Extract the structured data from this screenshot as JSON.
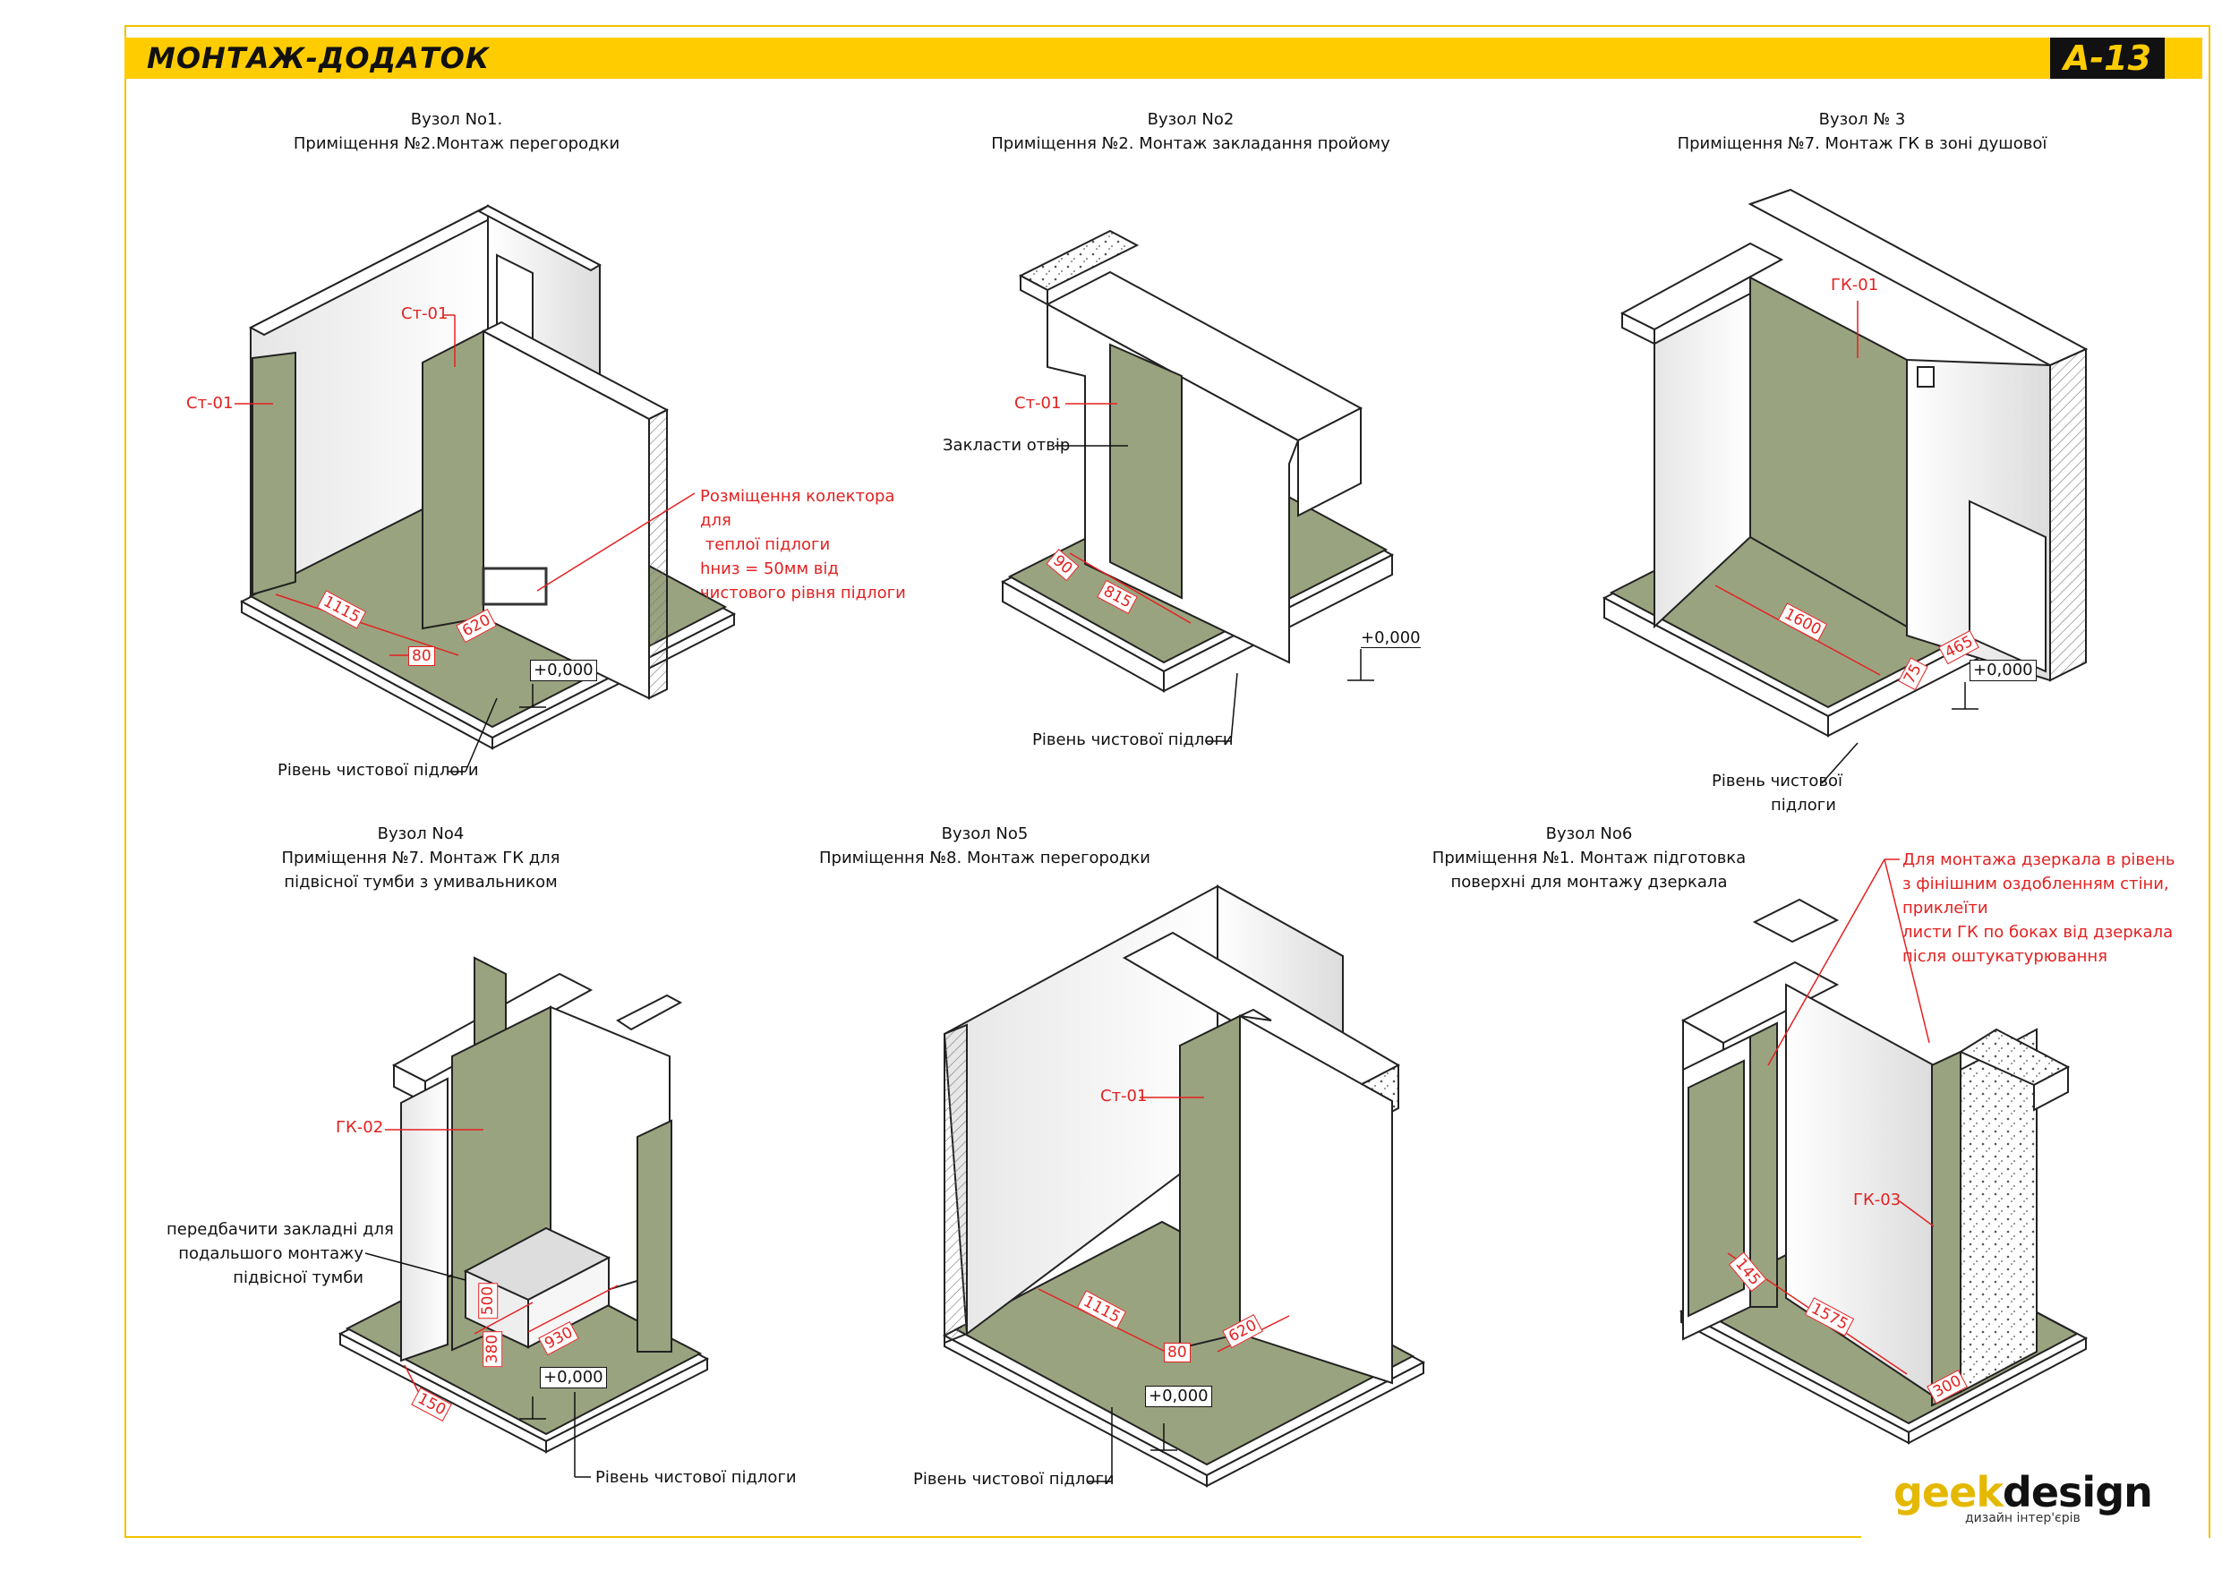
{
  "sheet": {
    "title": "МОНТАЖ-ДОДАТОК",
    "number": "А-13"
  },
  "colors": {
    "accent": "#ffcc00",
    "panel_green": "#9aa37f",
    "annotation_red": "#e32121"
  },
  "nodes": [
    {
      "line1": "Вузол No1.",
      "line2": "Приміщення №2.Монтаж перегородки"
    },
    {
      "line1": "Вузол No2",
      "line2": "Приміщення №2. Монтаж закладання пройому"
    },
    {
      "line1": "Вузол № 3",
      "line2": "Приміщення №7. Монтаж ГК в зоні душової"
    },
    {
      "line1": "Вузол No4",
      "line2": "Приміщення №7. Монтаж ГК для",
      "line3": "підвісної тумби з умивальником"
    },
    {
      "line1": "Вузол No5",
      "line2": "Приміщення №8. Монтаж перегородки"
    },
    {
      "line1": "Вузол No6",
      "line2": "Приміщення №1. Монтаж підготовка",
      "line3": "поверхні для монтажу дзеркала"
    }
  ],
  "annotations": {
    "n1": {
      "st_left": "Ст-01",
      "st_top": "Ст-01",
      "collector": [
        "Розміщення колектора",
        "для",
        " теплої підлоги",
        "hниз = 50мм від",
        "чистового рівня підлоги"
      ],
      "floor": "Рівень чистової підлоги",
      "level": "+0,000",
      "dims": [
        "1115",
        "80",
        "620"
      ]
    },
    "n2": {
      "st": "Ст-01",
      "opening": "Закласти отвір",
      "floor": "Рівень чистової підлоги",
      "level": "+0,000",
      "dims": [
        "90",
        "815"
      ]
    },
    "n3": {
      "gk": "ГК-01",
      "floor1": "Рівень чистової",
      "floor2": "підлоги",
      "level": "+0,000",
      "dims": [
        "1600",
        "75",
        "465"
      ]
    },
    "n4": {
      "gk": "ГК-02",
      "embed": [
        "передбачити закладні для",
        "подальшого монтажу",
        "підвісної тумби"
      ],
      "floor": "Рівень чистової підлоги",
      "level": "+0,000",
      "dims": [
        "500",
        "380",
        "930",
        "150"
      ]
    },
    "n5": {
      "st": "Ст-01",
      "floor": "Рівень чистової підлоги",
      "level": "+0,000",
      "dims": [
        "1115",
        "80",
        "620"
      ]
    },
    "n6": {
      "gk": "ГК-03",
      "mirror": [
        "Для монтажа дзеркала в рівень",
        "з фінішним оздобленням стіни,",
        "приклеїти",
        "листи ГК по боках від дзеркала",
        "після оштукатурювання"
      ],
      "dims": [
        "145",
        "1575",
        "300"
      ]
    }
  },
  "logo": {
    "brand_a": "geek",
    "brand_b": "design",
    "tagline": "дизайн інтер'єрів"
  }
}
